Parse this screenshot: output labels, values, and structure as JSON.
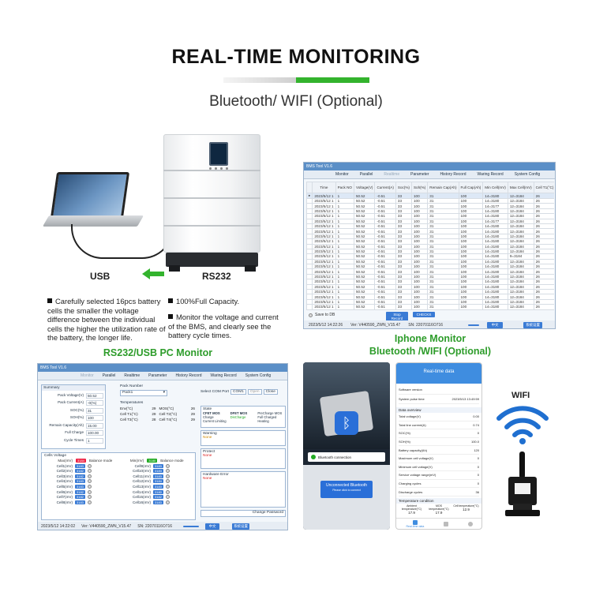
{
  "header": {
    "title": "REAL-TIME MONITORING",
    "subtitle": "Bluetooth/ WIFI (Optional)"
  },
  "diagram": {
    "usb_label": "USB",
    "rs232_label": "RS232",
    "arrow_color": "#33b32d"
  },
  "features": [
    "Carefully selected 16pcs battery cells the smaller the voltage difference between the individual cells the higher the utilization rate of the battery, the longer life.",
    "100%Full Capacity.",
    "Monitor the voltage and current of the BMS, and clearly see the battery cycle times."
  ],
  "bms_top": {
    "title": "BMS Tool V1.6",
    "tabs": [
      "Monitor",
      "Parallel",
      "Realtime",
      "Parameter",
      "History Record",
      "Waring Record",
      "System Config"
    ],
    "columns": [
      "Time",
      "Pack NO",
      "Voltage(V)",
      "Current(A)",
      "Soc(%)",
      "Soh(%)",
      "Remain Cap(Ah)",
      "Full Cap(Ah)",
      "Min Cell(mV)",
      "Max Cell(mV)",
      "Cell T1(°C)",
      "Cell"
    ],
    "rows": [
      [
        "2023/5/12 1",
        "1",
        "50.52",
        "-0.51",
        "33",
        "100",
        "31",
        "100",
        "14=3180",
        "12=3184",
        "26",
        "29"
      ],
      [
        "2023/5/12 1",
        "1",
        "50.52",
        "-0.51",
        "33",
        "100",
        "31",
        "100",
        "14=3180",
        "12=3184",
        "26",
        "29"
      ],
      [
        "2023/5/12 1",
        "1",
        "50.52",
        "-0.51",
        "33",
        "100",
        "31",
        "100",
        "14=3177",
        "12=3184",
        "26",
        "29"
      ],
      [
        "2023/5/12 1",
        "1",
        "50.52",
        "-0.51",
        "33",
        "100",
        "31",
        "100",
        "14=3180",
        "12=3184",
        "26",
        "29"
      ],
      [
        "2023/5/12 1",
        "1",
        "50.52",
        "-0.51",
        "33",
        "100",
        "31",
        "100",
        "14=3180",
        "12=3184",
        "26",
        "29"
      ],
      [
        "2023/5/12 1",
        "1",
        "50.52",
        "-0.51",
        "33",
        "100",
        "31",
        "100",
        "14=3177",
        "12=3184",
        "26",
        "29"
      ],
      [
        "2023/5/12 1",
        "1",
        "50.52",
        "-0.51",
        "33",
        "100",
        "31",
        "100",
        "14=3180",
        "12=3184",
        "26",
        "29"
      ],
      [
        "2023/5/12 1",
        "1",
        "50.52",
        "-0.51",
        "33",
        "100",
        "31",
        "100",
        "14=3180",
        "12=3184",
        "26",
        "29"
      ],
      [
        "2023/5/12 1",
        "1",
        "50.52",
        "-0.51",
        "33",
        "100",
        "31",
        "100",
        "14=3180",
        "12=3184",
        "26",
        "29"
      ],
      [
        "2023/5/12 1",
        "1",
        "50.52",
        "-0.51",
        "33",
        "100",
        "31",
        "100",
        "14=3180",
        "12=3184",
        "26",
        "29"
      ],
      [
        "2023/5/12 1",
        "1",
        "50.52",
        "-0.51",
        "33",
        "100",
        "31",
        "100",
        "14=3180",
        "12=3184",
        "26",
        "29"
      ],
      [
        "2023/5/12 1",
        "1",
        "50.52",
        "-0.51",
        "33",
        "100",
        "31",
        "100",
        "14=3180",
        "12=3184",
        "26",
        "29"
      ],
      [
        "2023/5/12 1",
        "1",
        "50.52",
        "-0.51",
        "33",
        "100",
        "31",
        "100",
        "14=3180",
        "9=3184",
        "26",
        "29"
      ],
      [
        "2023/5/12 1",
        "1",
        "50.52",
        "-0.51",
        "33",
        "100",
        "31",
        "100",
        "14=3180",
        "12=3184",
        "26",
        "29"
      ],
      [
        "2023/5/12 1",
        "1",
        "50.52",
        "-0.51",
        "33",
        "100",
        "31",
        "100",
        "14=3180",
        "12=3184",
        "26",
        "29"
      ],
      [
        "2023/5/12 1",
        "1",
        "50.52",
        "-0.51",
        "33",
        "100",
        "31",
        "100",
        "14=3180",
        "12=3184",
        "26",
        "29"
      ],
      [
        "2023/5/12 1",
        "1",
        "50.52",
        "-0.51",
        "33",
        "100",
        "31",
        "100",
        "14=3180",
        "12=3184",
        "26",
        "29"
      ],
      [
        "2023/5/12 1",
        "1",
        "50.52",
        "-0.51",
        "33",
        "100",
        "31",
        "100",
        "14=3180",
        "12=3184",
        "26",
        "29"
      ],
      [
        "2023/5/12 1",
        "1",
        "50.52",
        "-0.51",
        "33",
        "100",
        "31",
        "100",
        "14=3180",
        "12=3184",
        "26",
        "29"
      ],
      [
        "2023/5/12 1",
        "1",
        "50.52",
        "-0.51",
        "33",
        "100",
        "31",
        "100",
        "14=3180",
        "12=3184",
        "26",
        "29"
      ],
      [
        "2023/5/12 1",
        "1",
        "50.52",
        "-0.51",
        "33",
        "100",
        "31",
        "100",
        "14=3180",
        "12=3184",
        "26",
        "29"
      ],
      [
        "2023/5/12 1",
        "1",
        "50.52",
        "-0.51",
        "33",
        "100",
        "31",
        "100",
        "14=3180",
        "12=3184",
        "26",
        "29"
      ],
      [
        "2023/5/12 1",
        "1",
        "50.52",
        "-0.51",
        "33",
        "100",
        "31",
        "100",
        "14=3180",
        "12=3184",
        "26",
        "29"
      ],
      [
        "2023/5/12 1",
        "1",
        "50.52",
        "-0.51",
        "33",
        "100",
        "31",
        "100",
        "14=3180",
        "12=3184",
        "26",
        "29"
      ]
    ],
    "save_label": "Save to DB",
    "buttons": [
      "Stop Record",
      "CHECKS"
    ],
    "status_time": "2023/5/12 14:22:26",
    "status_ver": "Ver: V440590_ZWN_V15.47",
    "status_sn": "SN: 22070116O716",
    "bottom_buttons": [
      "",
      "中文",
      "系统设置"
    ]
  },
  "left_header": "RS232/USB PC Monitor",
  "right_header_line1": "Iphone Monitor",
  "right_header_line2": "Bluetooth /WIFI (Optional)",
  "bms_left": {
    "title": "BMS Tool V1.6",
    "tabs": [
      "Monitor",
      "Parallel",
      "Realtime",
      "Parameter",
      "History Record",
      "Waring Record",
      "System Config"
    ],
    "summary_title": "Summary",
    "summary": [
      {
        "label": "Pack Voltage(V)",
        "value": "50.52"
      },
      {
        "label": "Pack Current(A)",
        "value": "-0(%)"
      },
      {
        "label": "SOC(%)",
        "value": "31"
      },
      {
        "label": "SOH(%)",
        "value": "100"
      },
      {
        "label": "Remain Capacity(Ah)",
        "value": "15.00"
      },
      {
        "label": "Full Charge",
        "value": "100.00"
      },
      {
        "label": "Cycle Times",
        "value": "1"
      }
    ],
    "pack_number_label": "Pack Number",
    "pack_number_value": "Pack1",
    "temps_label": "Temperatures",
    "temps": [
      {
        "label": "Env(°C)",
        "value": "29"
      },
      {
        "label": "MOS(°C)",
        "value": "26"
      },
      {
        "label": "Cell T1(°C)",
        "value": "29"
      },
      {
        "label": "Cell T2(°C)",
        "value": "29"
      },
      {
        "label": "Cell T3(°C)",
        "value": "28"
      },
      {
        "label": "Cell T4(°C)",
        "value": "29"
      }
    ],
    "com_label": "Select COM Port",
    "com_value": "COM1",
    "open_label": "Open",
    "close_label": "Close",
    "state_label": "State",
    "state_items": [
      "CFET MOS",
      "DFET MOS",
      "PreCharge MOS",
      "Charge",
      "DisCharge",
      "Full Charged",
      "Current Limiting",
      "",
      "Heating"
    ],
    "warning_label": "Warning",
    "warning_value": "None",
    "protect_label": "Protect",
    "protect_value": "None",
    "hw_label": "Hardware Error",
    "hw_value": "None",
    "cells_title": "Cells Voltage",
    "cells_hdr": [
      "Max(mV)",
      "3184",
      "Balance mode",
      "Min(mV)",
      "3180",
      "Balance mode"
    ],
    "cells_left": [
      {
        "label": "Cell1(mV)",
        "value": "3183"
      },
      {
        "label": "Cell2(mV)",
        "value": "3182"
      },
      {
        "label": "Cell3(mV)",
        "value": "3182"
      },
      {
        "label": "Cell4(mV)",
        "value": "3183"
      },
      {
        "label": "Cell5(mV)",
        "value": "3183"
      },
      {
        "label": "Cell6(mV)",
        "value": "3182"
      },
      {
        "label": "Cell7(mV)",
        "value": "3182"
      },
      {
        "label": "Cell8(mV)",
        "value": "3183"
      }
    ],
    "cells_right": [
      {
        "label": "Cell9(mV)",
        "value": "3183"
      },
      {
        "label": "Cell10(mV)",
        "value": "3183"
      },
      {
        "label": "Cell11(mV)",
        "value": "3183"
      },
      {
        "label": "Cell12(mV)",
        "value": "3184"
      },
      {
        "label": "Cell13(mV)",
        "value": "3183"
      },
      {
        "label": "Cell14(mV)",
        "value": "3180"
      },
      {
        "label": "Cell15(mV)",
        "value": "3182"
      },
      {
        "label": "Cell16(mV)",
        "value": "3183"
      }
    ],
    "change_password": "Change Password",
    "status_time": "2023/5/12 14:22:02",
    "status_ver": "Ver: V440590_ZWN_V15.47",
    "status_sn": "SN: 22070116O716",
    "bottom_buttons": [
      "",
      "中文",
      "系统设置"
    ]
  },
  "phone_bt": {
    "bt_connection": "Bluetooth connection",
    "unconnected": "Unconnected Bluetooth",
    "unconnected_sub": "Please click to connect"
  },
  "phone_data": {
    "title": "Real-time data",
    "rows_top": [
      {
        "label": "Software version",
        "value": ""
      },
      {
        "label": "System pulse time",
        "value": "2023/5/13 13:49:59"
      }
    ],
    "section_title": "Data overview",
    "rows": [
      {
        "label": "Total voltage(V)",
        "value": "0.00"
      },
      {
        "label": "Total line current(A)",
        "value": "0.74"
      },
      {
        "label": "SOC(%)",
        "value": "0"
      },
      {
        "label": "SOH(%)",
        "value": "100.0"
      },
      {
        "label": "Battery capacity(Ah)",
        "value": "120"
      },
      {
        "label": "Maximum cell voltage(V)",
        "value": "0"
      },
      {
        "label": "Minimum cell voltage(V)",
        "value": "0"
      },
      {
        "label": "Service voltage range(mV)",
        "value": "0"
      },
      {
        "label": "Charging cycles",
        "value": "0"
      },
      {
        "label": "Discharge cycles",
        "value": "36"
      }
    ],
    "temp_title": "Temperature condition",
    "temps": [
      {
        "label": "Ambient temperature(°C)",
        "value": "17.9"
      },
      {
        "label": "MOS temperature(°C)",
        "value": "17.9"
      },
      {
        "label": "Cell temperature(°C)",
        "value": "12.9"
      }
    ],
    "nav": [
      "Real-time data",
      "",
      ""
    ]
  },
  "wifi_label": "WIFI",
  "colors": {
    "green": "#33b32d",
    "win_blue": "#5b8fc7",
    "phone_header": "#3f8de0"
  }
}
